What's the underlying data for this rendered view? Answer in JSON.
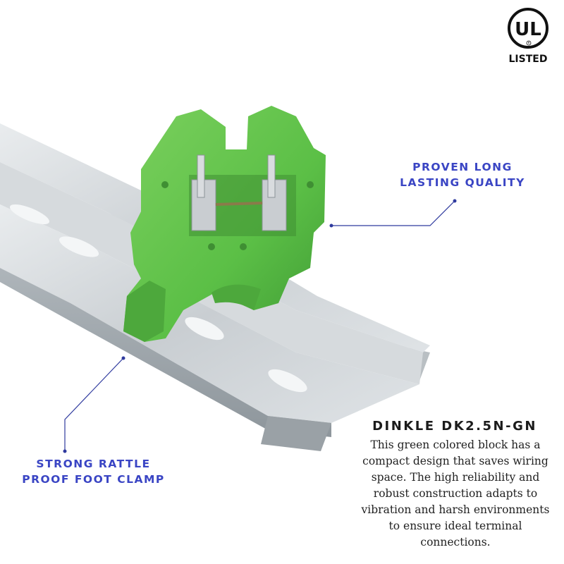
{
  "badge": {
    "text": "LISTED",
    "logo_letters": "UL",
    "registered": "R"
  },
  "callouts": {
    "top": {
      "line1": "PROVEN LONG",
      "line2": "LASTING QUALITY"
    },
    "bottom": {
      "line1": "STRONG RATTLE",
      "line2": "PROOF FOOT CLAMP"
    }
  },
  "product": {
    "title": "DINKLE DK2.5N-GN",
    "description": "This green colored block has a compact design that saves wiring space. The high reliability and robust construction adapts to vibration and harsh environments to ensure ideal terminal connections."
  },
  "colors": {
    "accent": "#3a45c4",
    "block_green": "#5bbf46",
    "rail_silver": "#cfd4d8"
  }
}
